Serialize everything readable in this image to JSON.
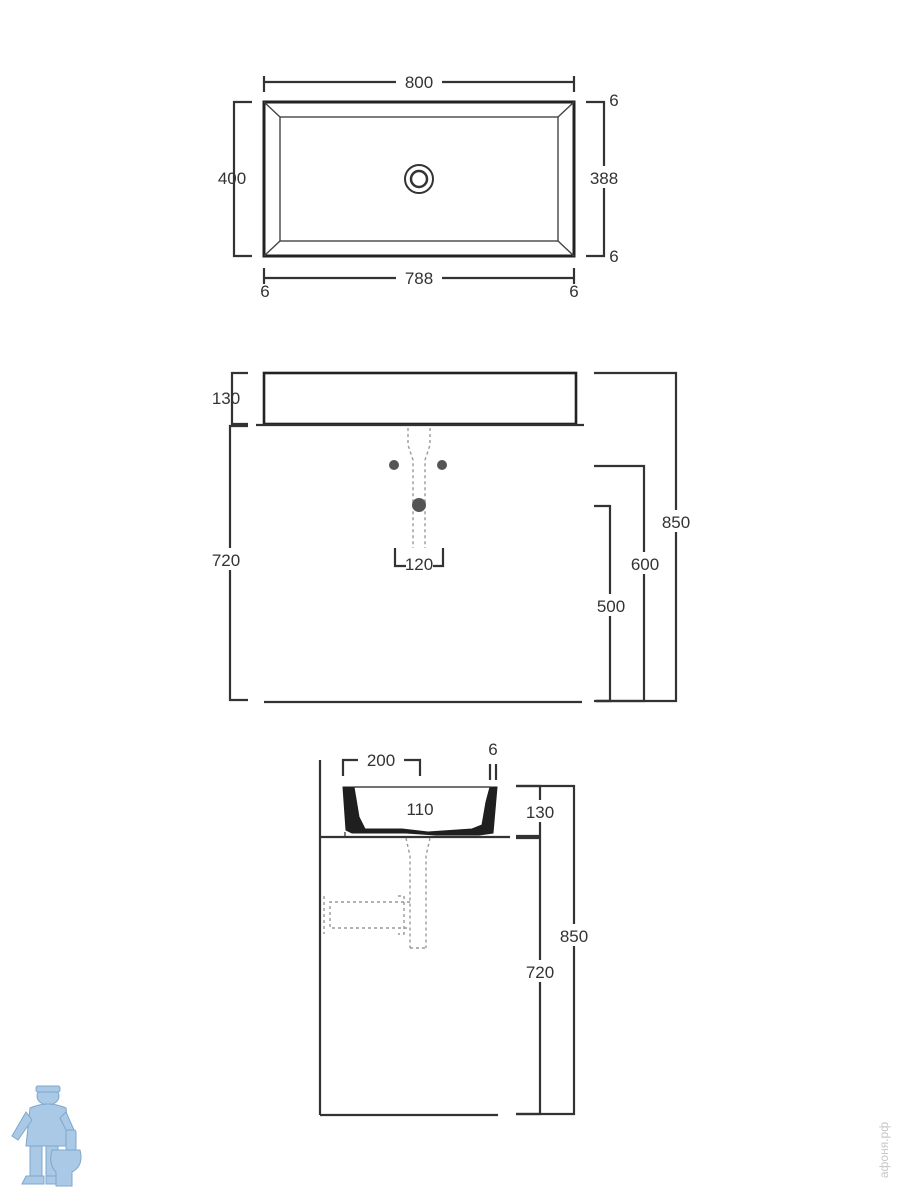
{
  "top_view": {
    "width_outer": "800",
    "height_outer": "400",
    "height_inner": "388",
    "rim_top": "6",
    "rim_bottom": "6",
    "width_inner": "788",
    "rim_left": "6",
    "rim_right": "6"
  },
  "front_view": {
    "basin_height": "130",
    "counter_height": "720",
    "drain_spacing": "120",
    "total_height": "850",
    "supply_height": "600",
    "drain_height": "500"
  },
  "side_view": {
    "depth": "200",
    "rim": "6",
    "basin_height": "130",
    "bowl_depth": "110",
    "total_height": "850",
    "counter_height": "720"
  },
  "watermark": {
    "text": "афоня.рф"
  },
  "colors": {
    "line": "#333333",
    "dashed": "#999999",
    "logo": "#a9c9e6"
  }
}
